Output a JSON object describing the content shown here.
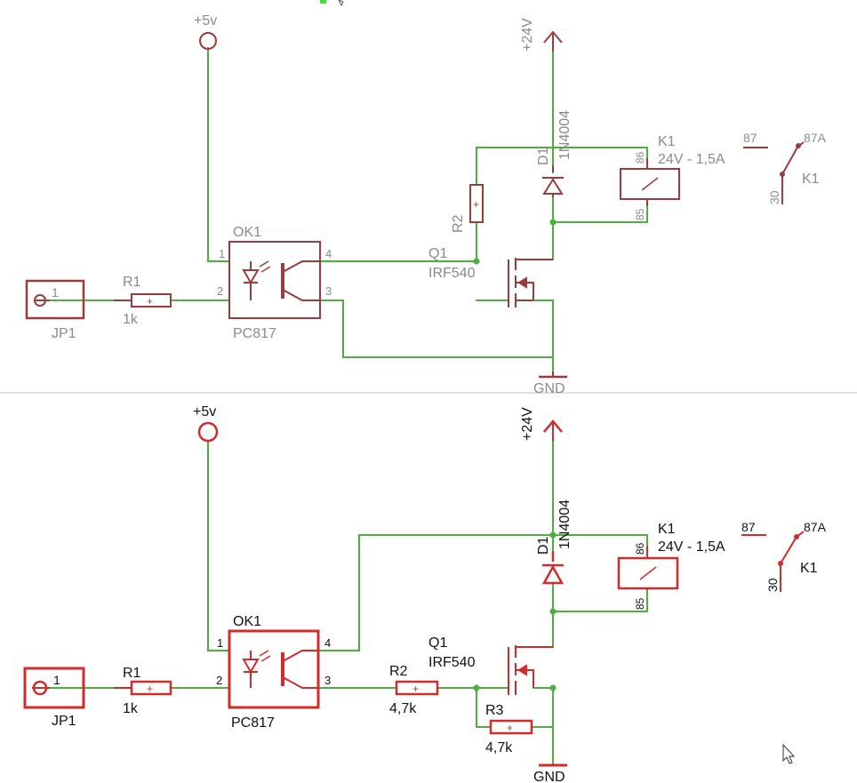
{
  "colors": {
    "wire": "#4caf3e",
    "top_symbol": "#9b3b3b",
    "bottom_symbol": "#d12b2b",
    "label_grey": "#8a8a8a",
    "label_black": "#111111",
    "divider": "#b9c6d6"
  },
  "top": {
    "vcc": "+5v",
    "supply": "+24V",
    "gnd": "GND",
    "opto": {
      "name": "OK1",
      "part": "PC817",
      "pins": [
        "1",
        "2",
        "3",
        "4"
      ]
    },
    "r1": {
      "name": "R1",
      "value": "1k"
    },
    "r2": {
      "name": "R2"
    },
    "jp1": {
      "name": "JP1",
      "pin": "1"
    },
    "d1": {
      "name": "D1",
      "part": "1N4004"
    },
    "q1": {
      "name": "Q1",
      "part": "IRF540"
    },
    "relay": {
      "name": "K1",
      "rating": "24V - 1,5A",
      "pin_top": "86",
      "pin_bottom": "85"
    },
    "contact": {
      "name": "K1",
      "pin_a": "87",
      "pin_b": "87A",
      "pin_c": "30"
    }
  },
  "bottom": {
    "vcc": "+5v",
    "supply": "+24V",
    "gnd": "GND",
    "opto": {
      "name": "OK1",
      "part": "PC817",
      "pins": [
        "1",
        "2",
        "3",
        "4"
      ]
    },
    "r1": {
      "name": "R1",
      "value": "1k"
    },
    "r2": {
      "name": "R2",
      "value": "4,7k"
    },
    "r3": {
      "name": "R3",
      "value": "4,7k"
    },
    "jp1": {
      "name": "JP1",
      "pin": "1"
    },
    "d1": {
      "name": "D1",
      "part": "1N4004"
    },
    "q1": {
      "name": "Q1",
      "part": "IRF540"
    },
    "relay": {
      "name": "K1",
      "rating": "24V - 1,5A",
      "pin_top": "86",
      "pin_bottom": "85"
    },
    "contact": {
      "name": "K1",
      "pin_a": "87",
      "pin_b": "87A",
      "pin_c": "30"
    }
  },
  "icons": [
    "mouse-pointer-icon"
  ]
}
